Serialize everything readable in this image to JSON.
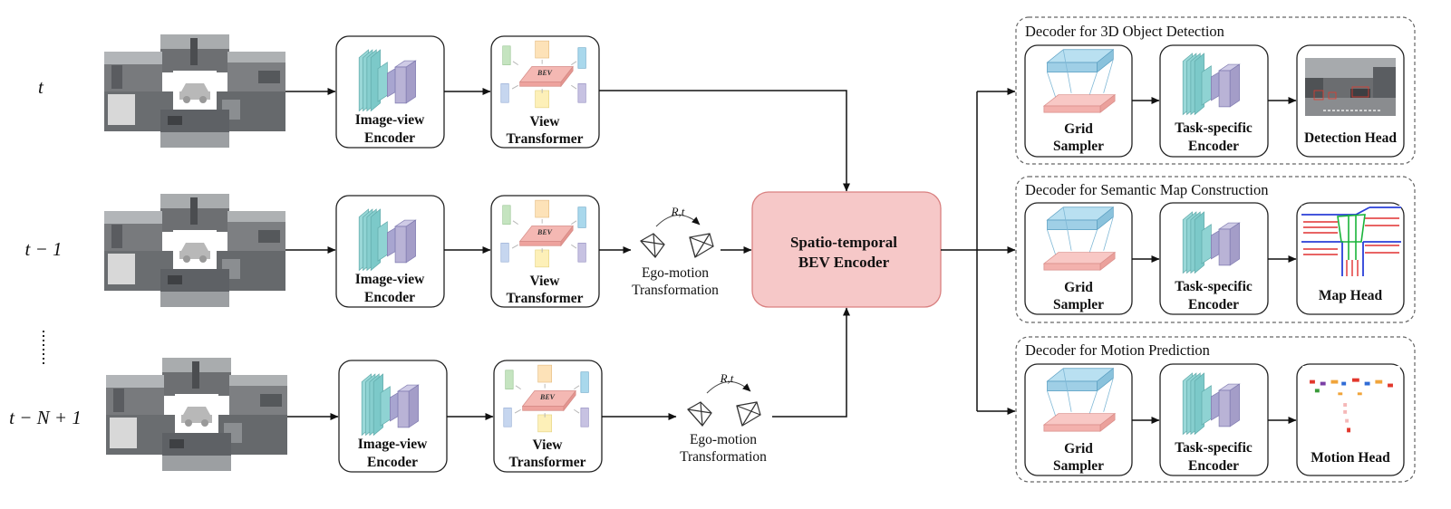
{
  "rows": [
    {
      "time": "t",
      "encoder": [
        "Image-view",
        "Encoder"
      ],
      "transformer": [
        "View",
        "Transformer"
      ],
      "bev": "BEV"
    },
    {
      "time": "t − 1",
      "encoder": [
        "Image-view",
        "Encoder"
      ],
      "transformer": [
        "View",
        "Transformer"
      ],
      "bev": "BEV",
      "egomotion": [
        "Ego-motion",
        "Transformation"
      ],
      "rt": "R,t"
    },
    {
      "time": "t − N + 1",
      "encoder": [
        "Image-view",
        "Encoder"
      ],
      "transformer": [
        "View",
        "Transformer"
      ],
      "bev": "BEV",
      "egomotion": [
        "Ego-motion",
        "Transformation"
      ],
      "rt": "R,t"
    }
  ],
  "central": [
    "Spatio-temporal",
    "BEV Encoder"
  ],
  "decoders": [
    {
      "title": "Decoder for 3D Object Detection",
      "sampler": [
        "Grid",
        "Sampler"
      ],
      "encoder": [
        "Task-specific",
        "Encoder"
      ],
      "head": "Detection Head"
    },
    {
      "title": "Decoder for Semantic Map Construction",
      "sampler": [
        "Grid",
        "Sampler"
      ],
      "encoder": [
        "Task-specific",
        "Encoder"
      ],
      "head": "Map Head"
    },
    {
      "title": "Decoder for Motion Prediction",
      "sampler": [
        "Grid",
        "Sampler"
      ],
      "encoder": [
        "Task-specific",
        "Encoder"
      ],
      "head": "Motion Head"
    }
  ],
  "colors": {
    "encoder_fill": "#f6c8c8",
    "encoder_stroke": "#d98080",
    "cnn_teal": "#8fd3d3",
    "cnn_purple": "#b9b3d6",
    "grid_blue": "#9fcfe6",
    "grid_pink": "#f3b1ad"
  }
}
